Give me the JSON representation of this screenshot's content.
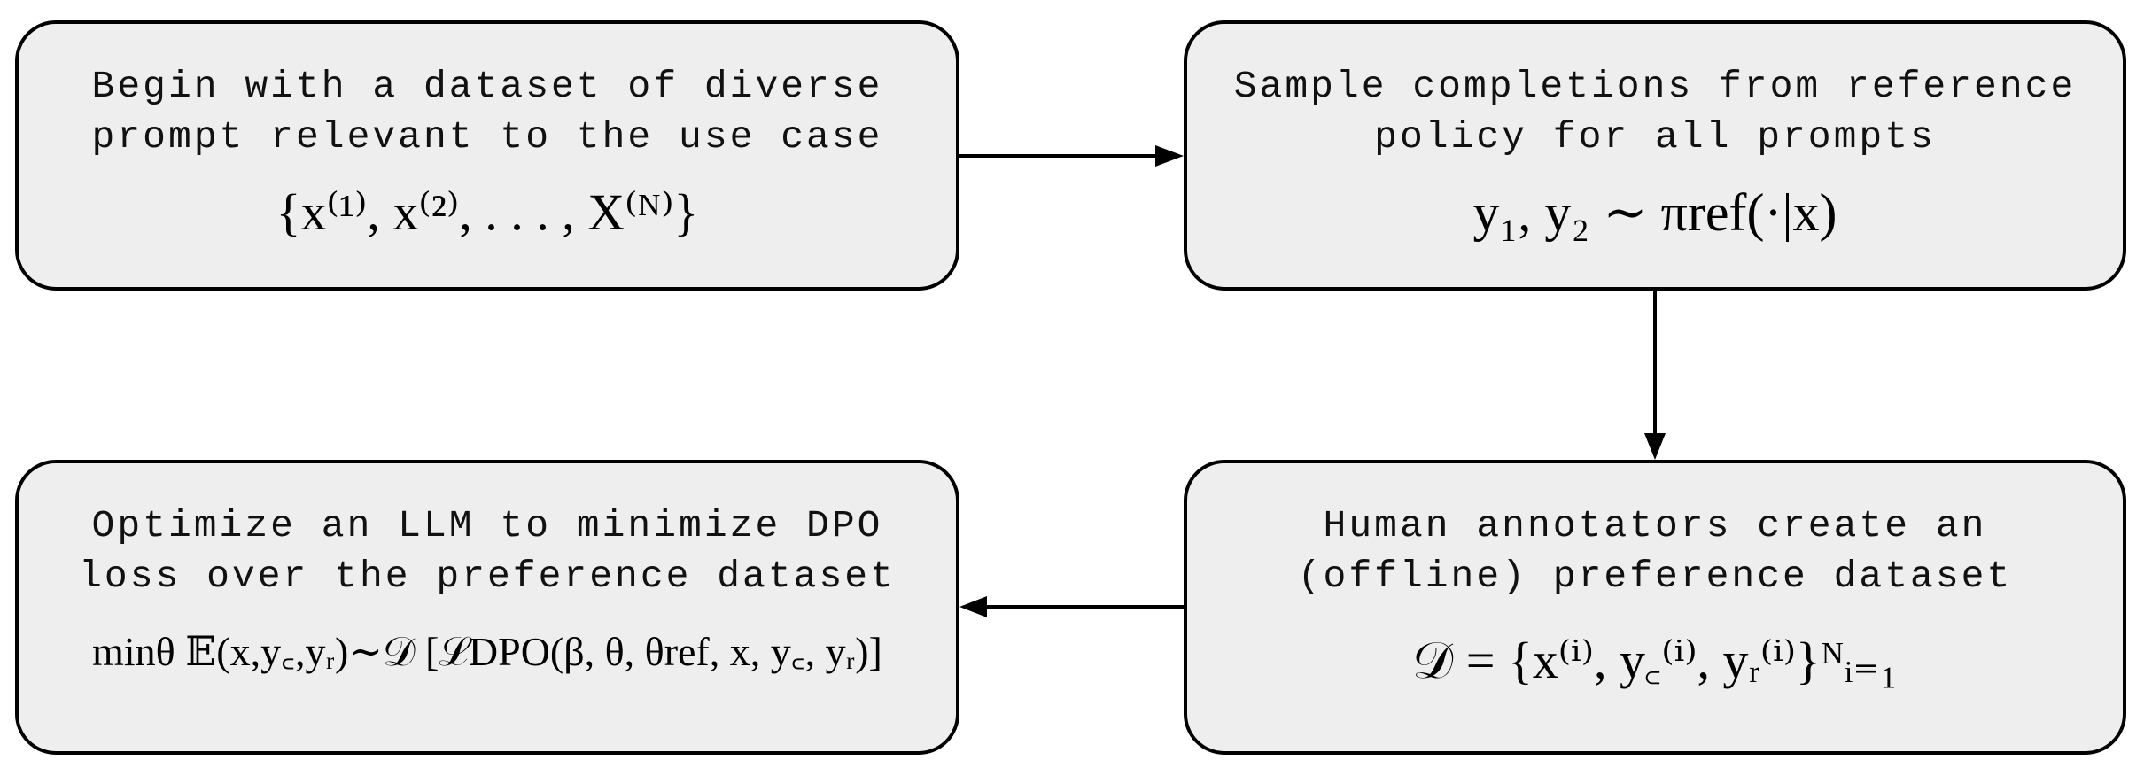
{
  "boxes": {
    "top_left": {
      "text": "Begin with a dataset of diverse\nprompt relevant to the use case",
      "formula": "{x⁽¹⁾,  x⁽²⁾, . . . ,  X⁽ᴺ⁾}"
    },
    "top_right": {
      "text": "Sample completions from reference\npolicy for all prompts",
      "formula": "y₁, y₂  ∼  πref(·|x)"
    },
    "bottom_right": {
      "text": "Human annotators create an\n(offline) preference dataset",
      "formula": "𝒟 = {x⁽ⁱ⁾,  y꜀⁽ⁱ⁾,  yᵣ⁽ⁱ⁾}ᴺᵢ₌₁"
    },
    "bottom_left": {
      "text": "Optimize an LLM to minimize DPO\nloss over the preference dataset",
      "formula": "minθ 𝔼(x,y꜀,yᵣ)∼𝒟 [ℒDPO(β, θ, θref, x, y꜀, yᵣ)]"
    }
  }
}
